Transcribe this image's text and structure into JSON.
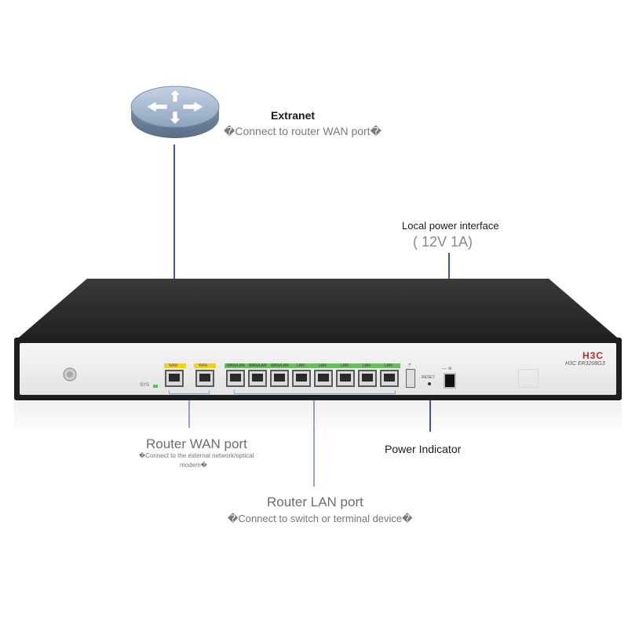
{
  "callouts": {
    "extranet_title": "Extranet",
    "extranet_sub": "�Connect to router WAN port�",
    "power_title": "Local power interface",
    "power_spec": "( 12V 1A)",
    "wan_title": "Router WAN port",
    "wan_sub_line1": "�Connect to the external network/optical",
    "wan_sub_line2": "modem�",
    "power_indicator": "Power Indicator",
    "lan_title": "Router LAN port",
    "lan_sub": "�Connect to switch or terminal device�"
  },
  "device": {
    "brand": "H3C",
    "model": "H3C  ER3208G3",
    "sys_label": "SYS",
    "reset_label": "RESET",
    "wan_port_labels": [
      "WAN",
      "WAN"
    ],
    "lan_port_labels": [
      "WAN/LAN",
      "WAN/LAN",
      "WAN/LAN",
      "LAN",
      "LAN",
      "LAN",
      "LAN",
      "LAN"
    ]
  },
  "colors": {
    "callout_line": "#4a55a2",
    "wan_tab": "#f2d21b",
    "lan_tab": "#67c15a",
    "brand_red": "#c0282d"
  },
  "icons": [
    "network-router-icon",
    "ground-screw-icon",
    "usb-icon",
    "power-jack-icon"
  ]
}
